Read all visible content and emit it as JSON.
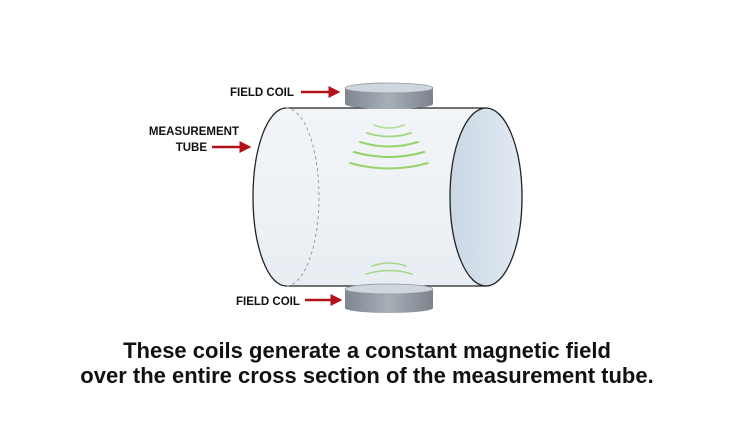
{
  "labels": {
    "top_coil": "FIELD COIL",
    "tube_line1": "MEASUREMENT",
    "tube_line2": "TUBE",
    "bottom_coil": "FIELD COIL"
  },
  "caption": {
    "line1": "These coils generate a constant magnetic field",
    "line2": "over the entire cross section of the measurement tube."
  },
  "colors": {
    "arrow": "#b3121b",
    "tube_body": "#eef2f6",
    "tube_end": "#d7e2ee",
    "coil_top": "#cfd6dd",
    "coil_side": "#8f98a1",
    "field_lines": "#7ac943",
    "text": "#111111"
  }
}
